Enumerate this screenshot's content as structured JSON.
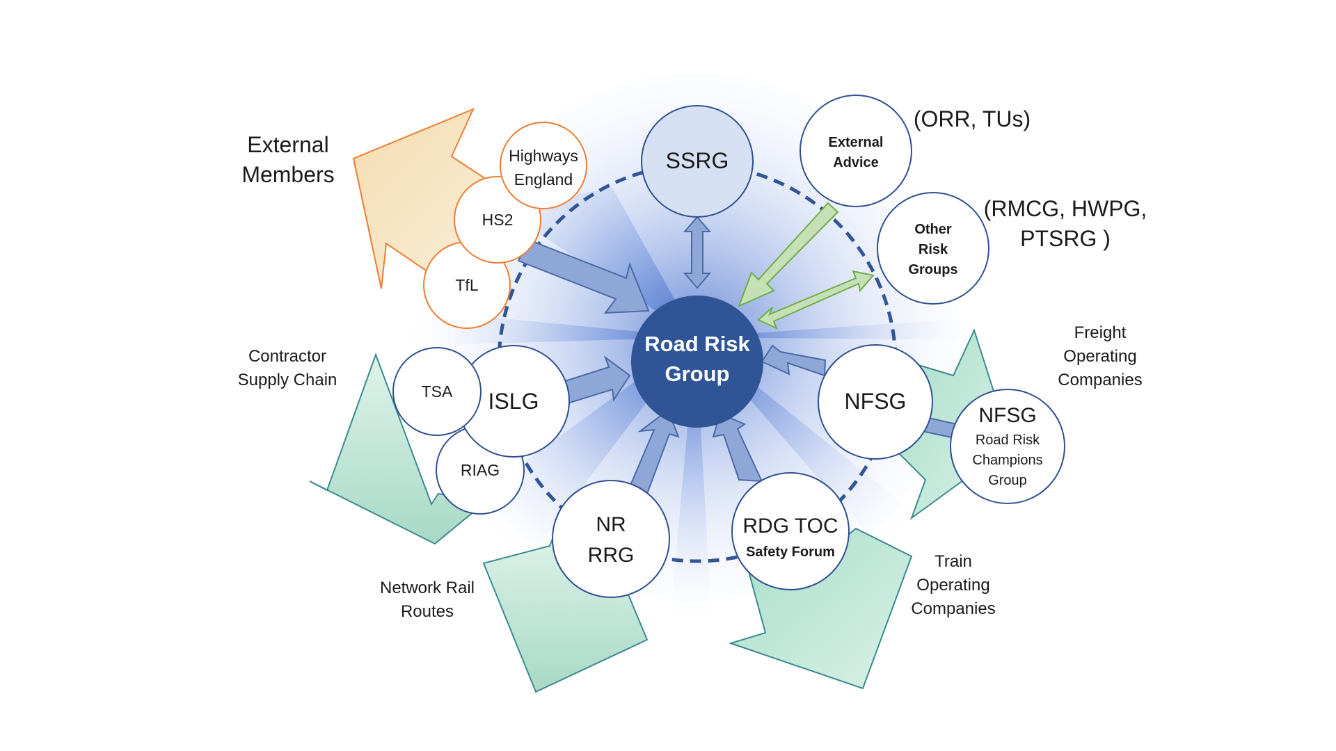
{
  "center": {
    "line1": "Road Risk",
    "line2": "Group"
  },
  "nodes": {
    "ssrg": "SSRG",
    "external_advice": {
      "line1": "External",
      "line2": "Advice"
    },
    "other_risk_groups": {
      "line1": "Other",
      "line2": "Risk",
      "line3": "Groups"
    },
    "highways_england": {
      "line1": "Highways",
      "line2": "England"
    },
    "hs2": "HS2",
    "tfl": "TfL",
    "tsa": "TSA",
    "islg": "ISLG",
    "riag": "RIAG",
    "nr_rrg": {
      "line1": "NR",
      "line2": "RRG"
    },
    "rdg_toc": {
      "line1": "RDG TOC",
      "line2": "Safety Forum"
    },
    "nfsg": "NFSG",
    "nfsg_champions": {
      "line1": "NFSG",
      "line2": "Road Risk",
      "line3": "Champions",
      "line4": "Group"
    }
  },
  "labels": {
    "external_members": {
      "line1": "External",
      "line2": "Members"
    },
    "orr_tus": "(ORR, TUs)",
    "rmcg": {
      "line1": "(RMCG, HWPG,",
      "line2": "PTSRG )"
    },
    "contractor": {
      "line1": "Contractor",
      "line2": "Supply Chain"
    },
    "freight": {
      "line1": "Freight",
      "line2": "Operating",
      "line3": "Companies"
    },
    "network_rail": {
      "line1": "Network Rail",
      "line2": "Routes"
    },
    "train_operating": {
      "line1": "Train",
      "line2": "Operating",
      "line3": "Companies"
    }
  },
  "colors": {
    "center_fill": "#2f5597",
    "node_stroke": "#2f4f8f",
    "ssrg_fill": "#d6e0f3",
    "orange": "#ed7d31",
    "orange_arrow_fill": "#f6e4c4",
    "green_arrow_fill": "#c6ead8",
    "green_arrow_stroke": "#3a8a8f",
    "blue_arrow_fill": "#8ea7d6",
    "light_green_arrow": "#a9d18e",
    "dashed_ring": "#2f5597"
  }
}
